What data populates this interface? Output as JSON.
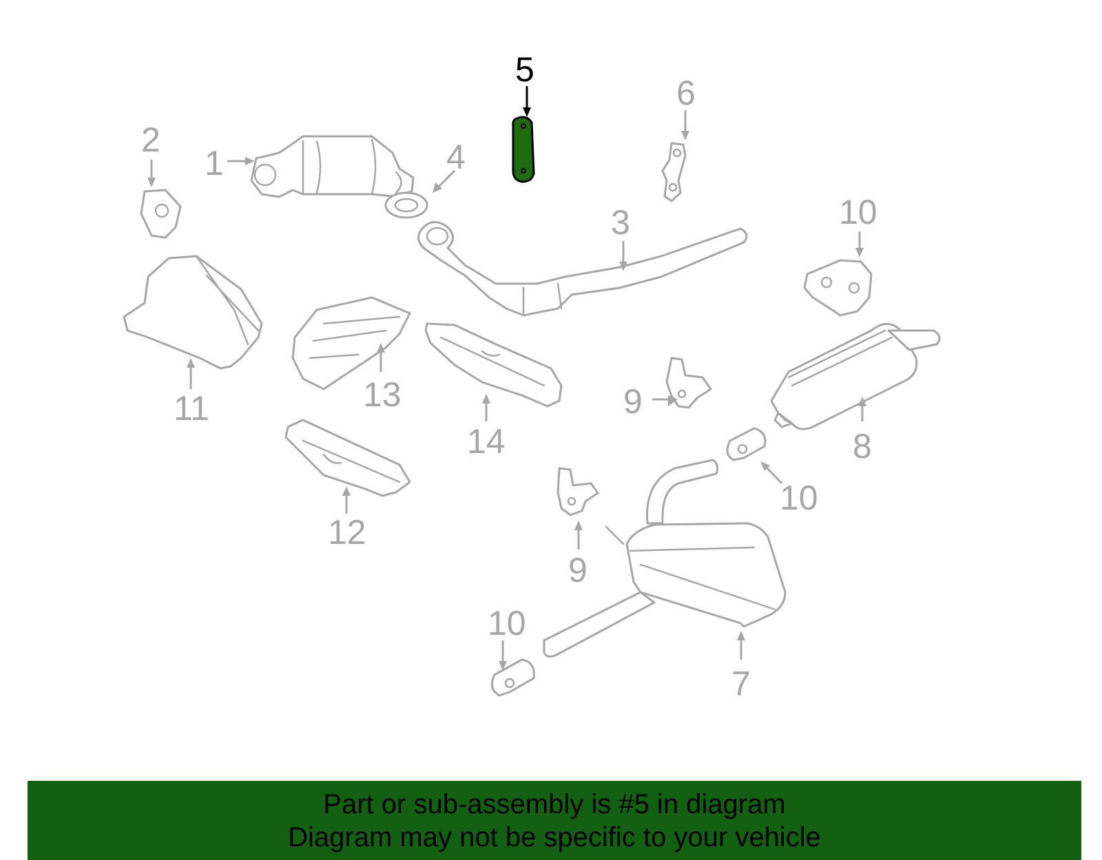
{
  "diagram": {
    "highlighted_part": "5",
    "callouts": [
      {
        "id": "c1",
        "label": "1"
      },
      {
        "id": "c2",
        "label": "2"
      },
      {
        "id": "c3",
        "label": "3"
      },
      {
        "id": "c4",
        "label": "4"
      },
      {
        "id": "c5",
        "label": "5"
      },
      {
        "id": "c6",
        "label": "6"
      },
      {
        "id": "c7",
        "label": "7"
      },
      {
        "id": "c8",
        "label": "8"
      },
      {
        "id": "c9a",
        "label": "9"
      },
      {
        "id": "c9b",
        "label": "9"
      },
      {
        "id": "c10a",
        "label": "10"
      },
      {
        "id": "c10b",
        "label": "10"
      },
      {
        "id": "c10c",
        "label": "10"
      },
      {
        "id": "c11",
        "label": "11"
      },
      {
        "id": "c12",
        "label": "12"
      },
      {
        "id": "c13",
        "label": "13"
      },
      {
        "id": "c14",
        "label": "14"
      }
    ],
    "colors": {
      "part_stroke": "#a6a6a6",
      "highlight_fill": "#1e6b12",
      "highlight_text": "#000000",
      "banner_bg": "#136012"
    }
  },
  "banner": {
    "line1": "Part or sub-assembly is #5 in diagram",
    "line2": "Diagram may not be specific to your vehicle"
  }
}
